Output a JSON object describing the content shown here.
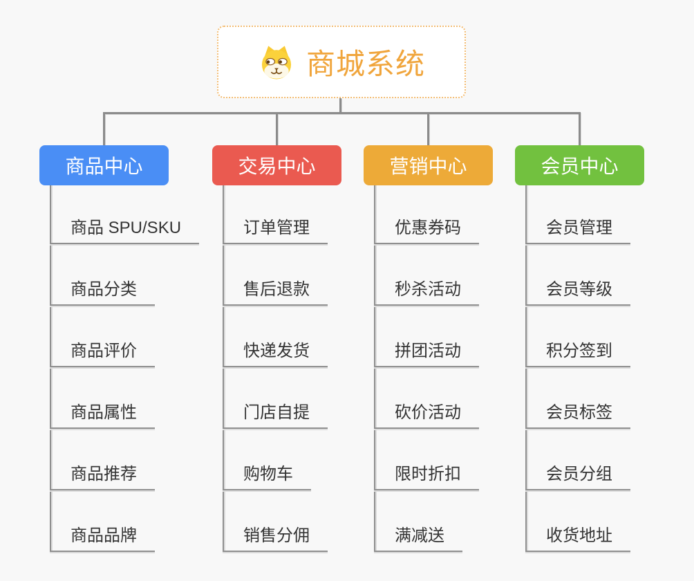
{
  "root": {
    "title": "商城系统",
    "icon": "shiba-dog-icon"
  },
  "branches": [
    {
      "label": "商品中心",
      "color": "#4a8ef5",
      "items": [
        "商品 SPU/SKU",
        "商品分类",
        "商品评价",
        "商品属性",
        "商品推荐",
        "商品品牌"
      ]
    },
    {
      "label": "交易中心",
      "color": "#ea5a50",
      "items": [
        "订单管理",
        "售后退款",
        "快递发货",
        "门店自提",
        "购物车",
        "销售分佣"
      ]
    },
    {
      "label": "营销中心",
      "color": "#edaa38",
      "items": [
        "优惠券码",
        "秒杀活动",
        "拼团活动",
        "砍价活动",
        "限时折扣",
        "满减送"
      ]
    },
    {
      "label": "会员中心",
      "color": "#72c13f",
      "items": [
        "会员管理",
        "会员等级",
        "积分签到",
        "会员标签",
        "会员分组",
        "收货地址"
      ]
    }
  ],
  "style": {
    "background": "#f8f8f8",
    "connector_color": "#8b8b8b",
    "root_accent": "#f0a53c",
    "root_border": "#f3bc72",
    "item_text_color": "#333333",
    "item_line_color": "#8f8f8f"
  }
}
